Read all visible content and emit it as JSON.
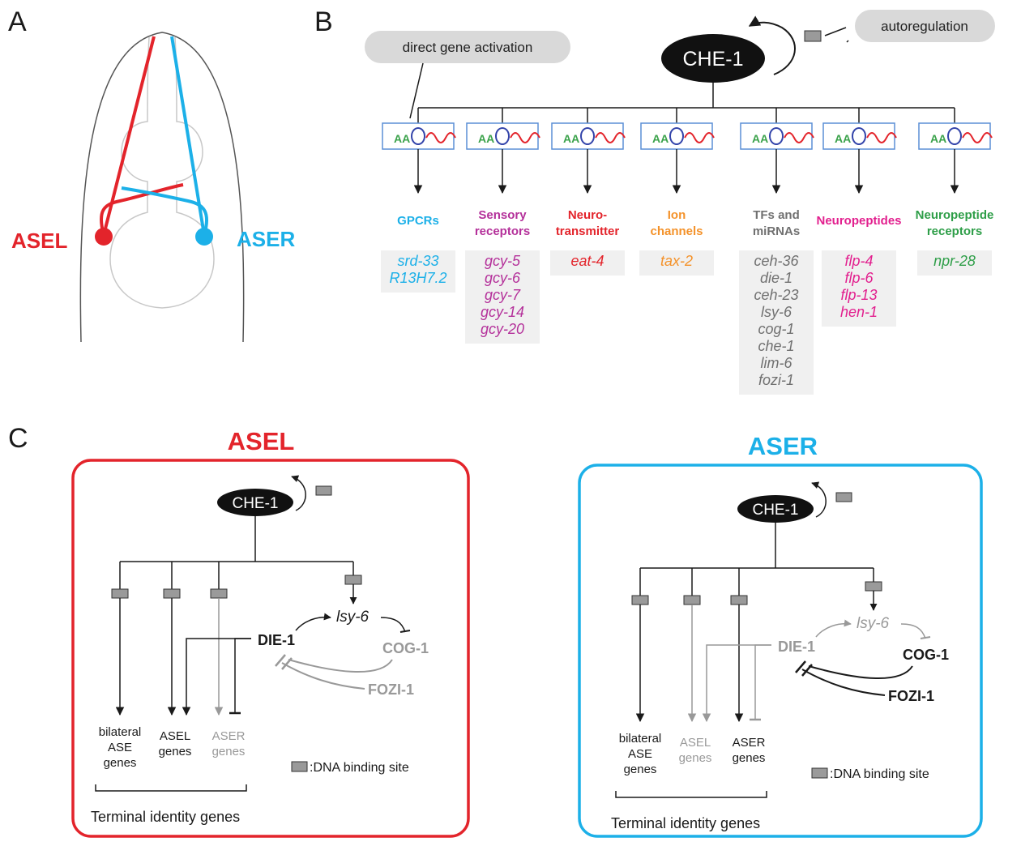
{
  "panels": {
    "a": "A",
    "b": "B",
    "c": "C"
  },
  "colors": {
    "asel": "#e3242b",
    "aser": "#1cb0e8",
    "gpcr": "#1cb0e8",
    "sensory": "#b4309a",
    "neuro": "#e3242b",
    "ion": "#f4922a",
    "tf": "#707070",
    "neuropeptide": "#e21f8e",
    "receptor": "#2e9e48",
    "gray": "#999999",
    "black": "#1a1a1a"
  },
  "panel_a": {
    "left_label": "ASEL",
    "right_label": "ASER"
  },
  "panel_b": {
    "master": "CHE-1",
    "callout_direct": "direct gene activation",
    "callout_auto": "autoregulation",
    "motif_glyphs": "AA",
    "categories": [
      {
        "label_lines": [
          "GPCRs"
        ],
        "color_key": "gpcr",
        "genes": [
          "srd-33",
          "R13H7.2"
        ]
      },
      {
        "label_lines": [
          "Sensory",
          "receptors"
        ],
        "color_key": "sensory",
        "genes": [
          "gcy-5",
          "gcy-6",
          "gcy-7",
          "gcy-14",
          "gcy-20"
        ]
      },
      {
        "label_lines": [
          "Neuro-",
          "transmitter"
        ],
        "color_key": "neuro",
        "genes": [
          "eat-4"
        ]
      },
      {
        "label_lines": [
          "Ion",
          "channels"
        ],
        "color_key": "ion",
        "genes": [
          "tax-2"
        ]
      },
      {
        "label_lines": [
          "TFs and",
          "miRNAs"
        ],
        "color_key": "tf",
        "genes": [
          "ceh-36",
          "die-1",
          "ceh-23",
          "lsy-6",
          "cog-1",
          "che-1",
          "lim-6",
          "fozi-1"
        ]
      },
      {
        "label_lines": [
          "Neuropeptides"
        ],
        "color_key": "neuropeptide",
        "genes": [
          "flp-4",
          "flp-6",
          "flp-13",
          "hen-1"
        ]
      },
      {
        "label_lines": [
          "Neuropeptide",
          "receptors"
        ],
        "color_key": "receptor",
        "genes": [
          "npr-28"
        ]
      }
    ]
  },
  "panel_c": {
    "asel": {
      "title": "ASEL",
      "che1": "CHE-1",
      "lsy6": "lsy-6",
      "die1": "DIE-1",
      "cog1": "COG-1",
      "fozi1": "FOZI-1",
      "targets": [
        [
          "bilateral",
          "ASE",
          "genes"
        ],
        [
          "ASEL",
          "genes"
        ],
        [
          "ASER",
          "genes"
        ]
      ],
      "legend": ":DNA binding site",
      "footer": "Terminal identity genes"
    },
    "aser": {
      "title": "ASER",
      "che1": "CHE-1",
      "lsy6": "lsy-6",
      "die1": "DIE-1",
      "cog1": "COG-1",
      "fozi1": "FOZI-1",
      "targets": [
        [
          "bilateral",
          "ASE",
          "genes"
        ],
        [
          "ASEL",
          "genes"
        ],
        [
          "ASER",
          "genes"
        ]
      ],
      "legend": ":DNA binding site",
      "footer": "Terminal identity genes"
    }
  }
}
